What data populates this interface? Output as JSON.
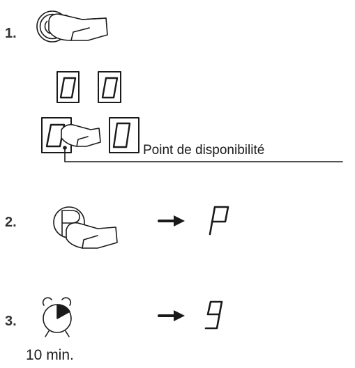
{
  "steps": [
    {
      "number": "1.",
      "icon": "power-button-icon",
      "action": "press"
    },
    {
      "number": "2.",
      "icon": "pause-p-button-icon",
      "action": "press",
      "result_display": "P"
    },
    {
      "number": "3.",
      "icon": "alarm-clock-timer-icon",
      "duration_label": "10 min.",
      "result_display": "9"
    }
  ],
  "displays": {
    "row1": [
      "0",
      "0"
    ],
    "row2": [
      "0.",
      "0"
    ]
  },
  "labels": {
    "standby_point": "Point de disponibilité"
  },
  "colors": {
    "ink": "#1a1a1a",
    "step_number": "#333333",
    "background": "#ffffff"
  }
}
